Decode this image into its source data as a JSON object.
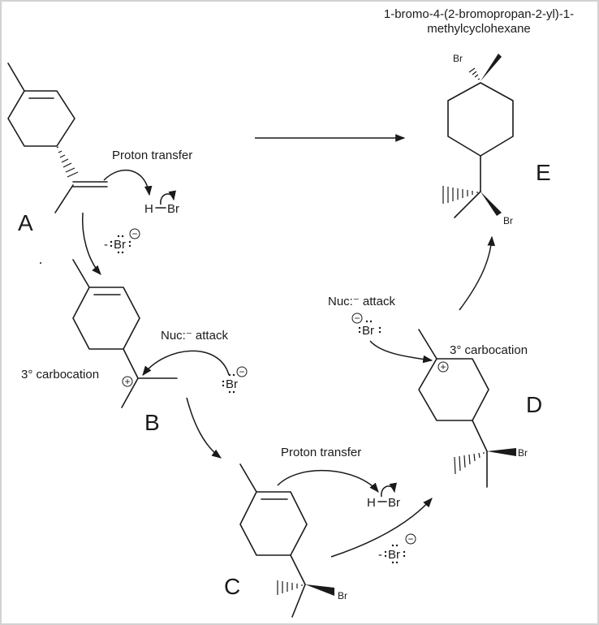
{
  "title": {
    "line1": "1-bromo-4-(2-bromopropan-2-yl)-1-",
    "line2": "methylcyclohexane"
  },
  "compounds": {
    "A": "A",
    "B": "B",
    "C": "C",
    "D": "D",
    "E": "E"
  },
  "annotations": {
    "proton_transfer_1": "Proton transfer",
    "proton_transfer_2": "Proton transfer",
    "nuc_attack_1": "Nuc:⁻ attack",
    "nuc_attack_2": "Nuc:⁻ attack",
    "carbocation_b": "3° carbocation",
    "carbocation_d": "3° carbocation"
  },
  "atoms": {
    "h": "H",
    "br": "Br",
    "plus": "+",
    "minus": "−"
  }
}
